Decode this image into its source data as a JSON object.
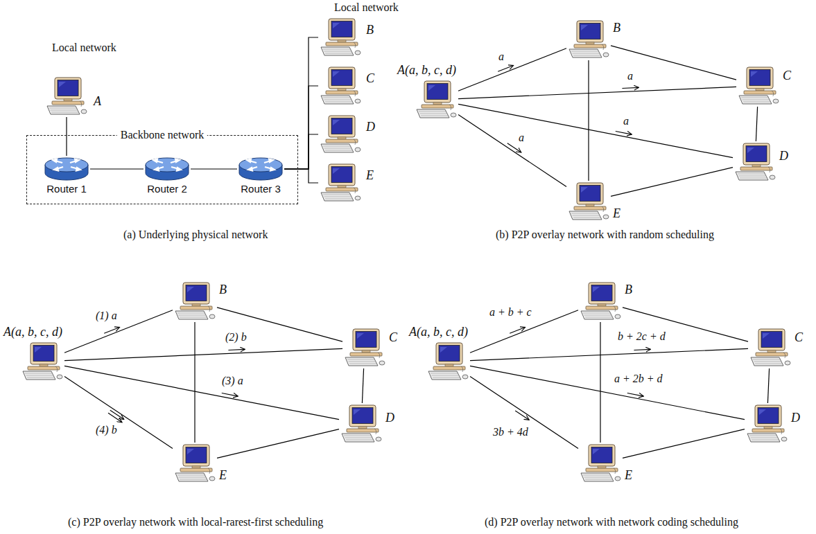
{
  "diagram": {
    "nodes": [
      {
        "text": [
          "A"
        ]
      },
      {
        "text": [
          "Backbone network"
        ]
      },
      {
        "text": [
          "Router 1"
        ],
        "in": 1
      },
      {
        "text": [
          "Router 2"
        ],
        "in": 1
      },
      {
        "text": [
          "Router 3"
        ],
        "in": 1
      },
      {
        "text": [
          "B"
        ]
      },
      {
        "text": [
          "C"
        ]
      },
      {
        "text": [
          "D"
        ]
      },
      {
        "text": [
          "E"
        ]
      },
      {
        "text": [
          "A(a, b, c, d)"
        ]
      },
      {
        "text": [
          "B"
        ]
      },
      {
        "text": [
          "C"
        ]
      },
      {
        "text": [
          "D"
        ]
      },
      {
        "text": [
          "E"
        ]
      },
      {
        "text": [
          "A(a, b, c, d)"
        ]
      },
      {
        "text": [
          "B"
        ]
      },
      {
        "text": [
          "C"
        ]
      },
      {
        "text": [
          "D"
        ]
      },
      {
        "text": [
          "E"
        ]
      },
      {
        "text": [
          "A(a, b, c, d)"
        ]
      },
      {
        "text": [
          "B"
        ]
      },
      {
        "text": [
          "C"
        ]
      },
      {
        "text": [
          "D"
        ]
      },
      {
        "text": [
          "E"
        ]
      }
    ],
    "edges": [
      {
        "from": 0,
        "to": 2,
        "arrow": "none"
      },
      {
        "from": 2,
        "to": 3,
        "arrow": "none"
      },
      {
        "from": 3,
        "to": 4,
        "arrow": "none"
      },
      {
        "from": 4,
        "to": 5,
        "arrow": "none"
      },
      {
        "from": 4,
        "to": 6,
        "arrow": "none"
      },
      {
        "from": 4,
        "to": 7,
        "arrow": "none"
      },
      {
        "from": 4,
        "to": 8,
        "arrow": "none"
      },
      {
        "from": 9,
        "to": 10,
        "label": "a",
        "arrow": "none"
      },
      {
        "from": 9,
        "to": 11,
        "label": "a",
        "arrow": "none"
      },
      {
        "from": 9,
        "to": 12,
        "label": "a",
        "arrow": "none"
      },
      {
        "from": 9,
        "to": 13,
        "label": "a",
        "arrow": "none"
      },
      {
        "from": 10,
        "to": 11,
        "arrow": "none"
      },
      {
        "from": 10,
        "to": 13,
        "arrow": "none"
      },
      {
        "from": 11,
        "to": 12,
        "arrow": "none"
      },
      {
        "from": 12,
        "to": 13,
        "arrow": "none"
      },
      {
        "from": 14,
        "to": 15,
        "label": "(1) a",
        "arrow": "none"
      },
      {
        "from": 14,
        "to": 16,
        "label": "(2) b",
        "arrow": "none"
      },
      {
        "from": 14,
        "to": 17,
        "label": "(3) a",
        "arrow": "none"
      },
      {
        "from": 14,
        "to": 18,
        "label": "(4) b",
        "arrow": "none"
      },
      {
        "from": 15,
        "to": 16,
        "arrow": "none"
      },
      {
        "from": 15,
        "to": 18,
        "arrow": "none"
      },
      {
        "from": 16,
        "to": 17,
        "arrow": "none"
      },
      {
        "from": 17,
        "to": 18,
        "arrow": "none"
      },
      {
        "from": 19,
        "to": 20,
        "label": "a + b + c",
        "arrow": "none"
      },
      {
        "from": 19,
        "to": 21,
        "label": "b + 2c + d",
        "arrow": "none"
      },
      {
        "from": 19,
        "to": 22,
        "label": "a + 2b + d",
        "arrow": "none"
      },
      {
        "from": 19,
        "to": 23,
        "label": "3b + 4d",
        "arrow": "none"
      },
      {
        "from": 20,
        "to": 21,
        "arrow": "none"
      },
      {
        "from": 20,
        "to": 23,
        "arrow": "none"
      },
      {
        "from": 21,
        "to": 22,
        "arrow": "none"
      },
      {
        "from": 22,
        "to": 23,
        "arrow": "none"
      }
    ],
    "labels": [
      "Local network",
      "Local network",
      "(a) Underlying physical network",
      "(b) P2P overlay network with random scheduling",
      "(c) P2P overlay network with local-rarest-first scheduling",
      "(d) P2P overlay network with network coding scheduling"
    ]
  }
}
